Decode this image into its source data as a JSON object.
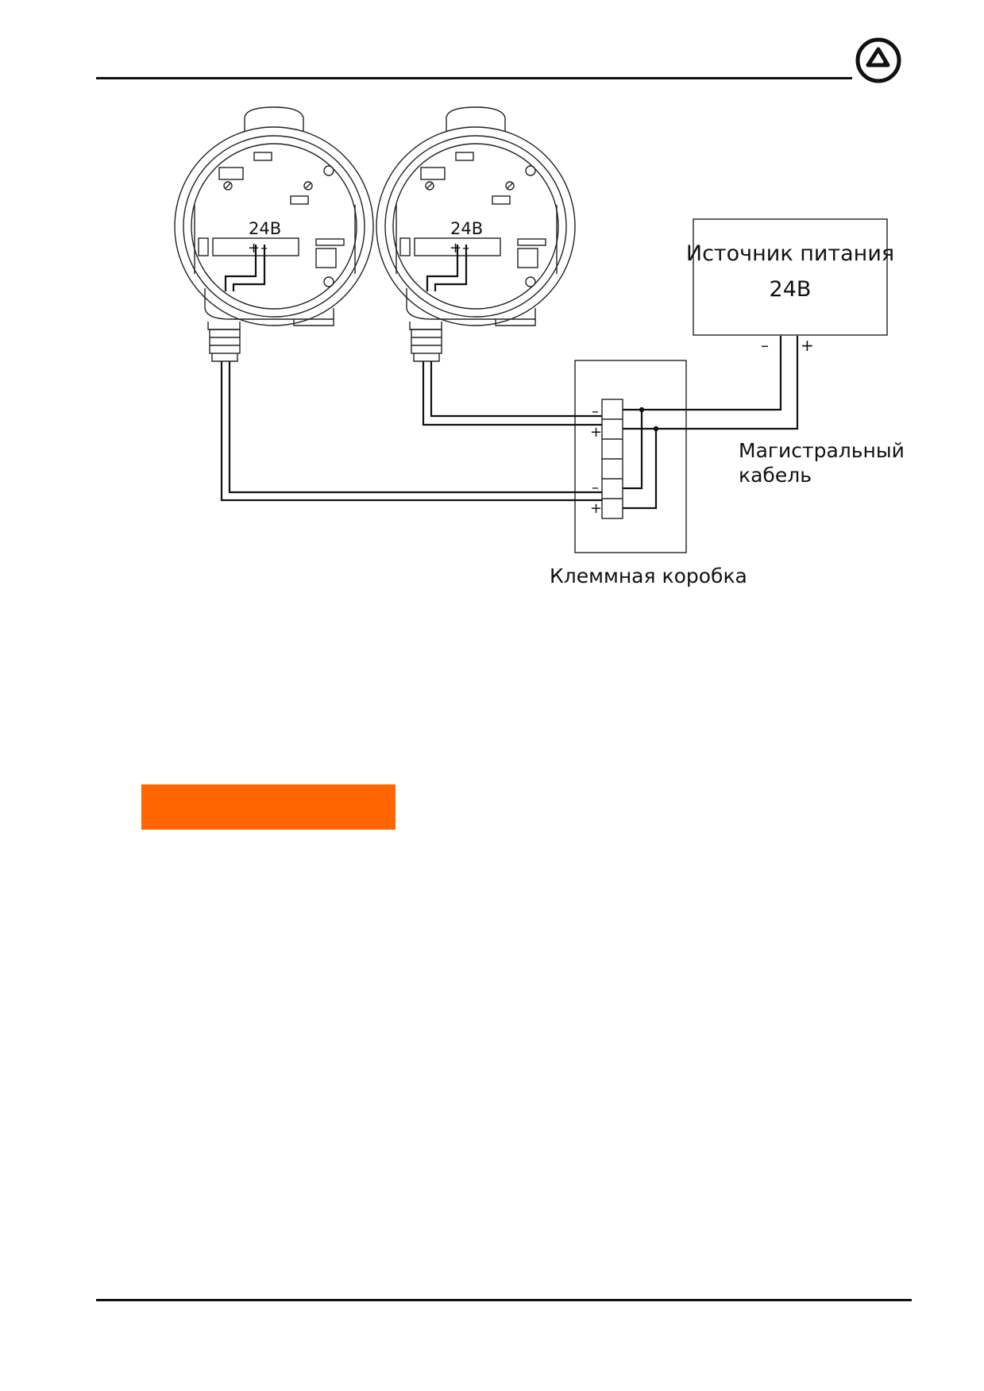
{
  "header": {
    "logo_icon": "company-logo-icon"
  },
  "diagram": {
    "meter_left": {
      "voltage_label": "24В",
      "plus": "+",
      "minus": "–"
    },
    "meter_right": {
      "voltage_label": "24В",
      "plus": "+",
      "minus": "–"
    },
    "power_supply": {
      "title": "Источник питания",
      "voltage": "24В",
      "minus": "–",
      "plus": "+"
    },
    "junction_box": {
      "label": "Клеммная коробка",
      "terminals": [
        "–",
        "+",
        "–",
        "+"
      ]
    },
    "trunk_cable": {
      "line1": "Магистральный",
      "line2": "кабель"
    }
  },
  "accent": {
    "orange": "#ff6600"
  }
}
